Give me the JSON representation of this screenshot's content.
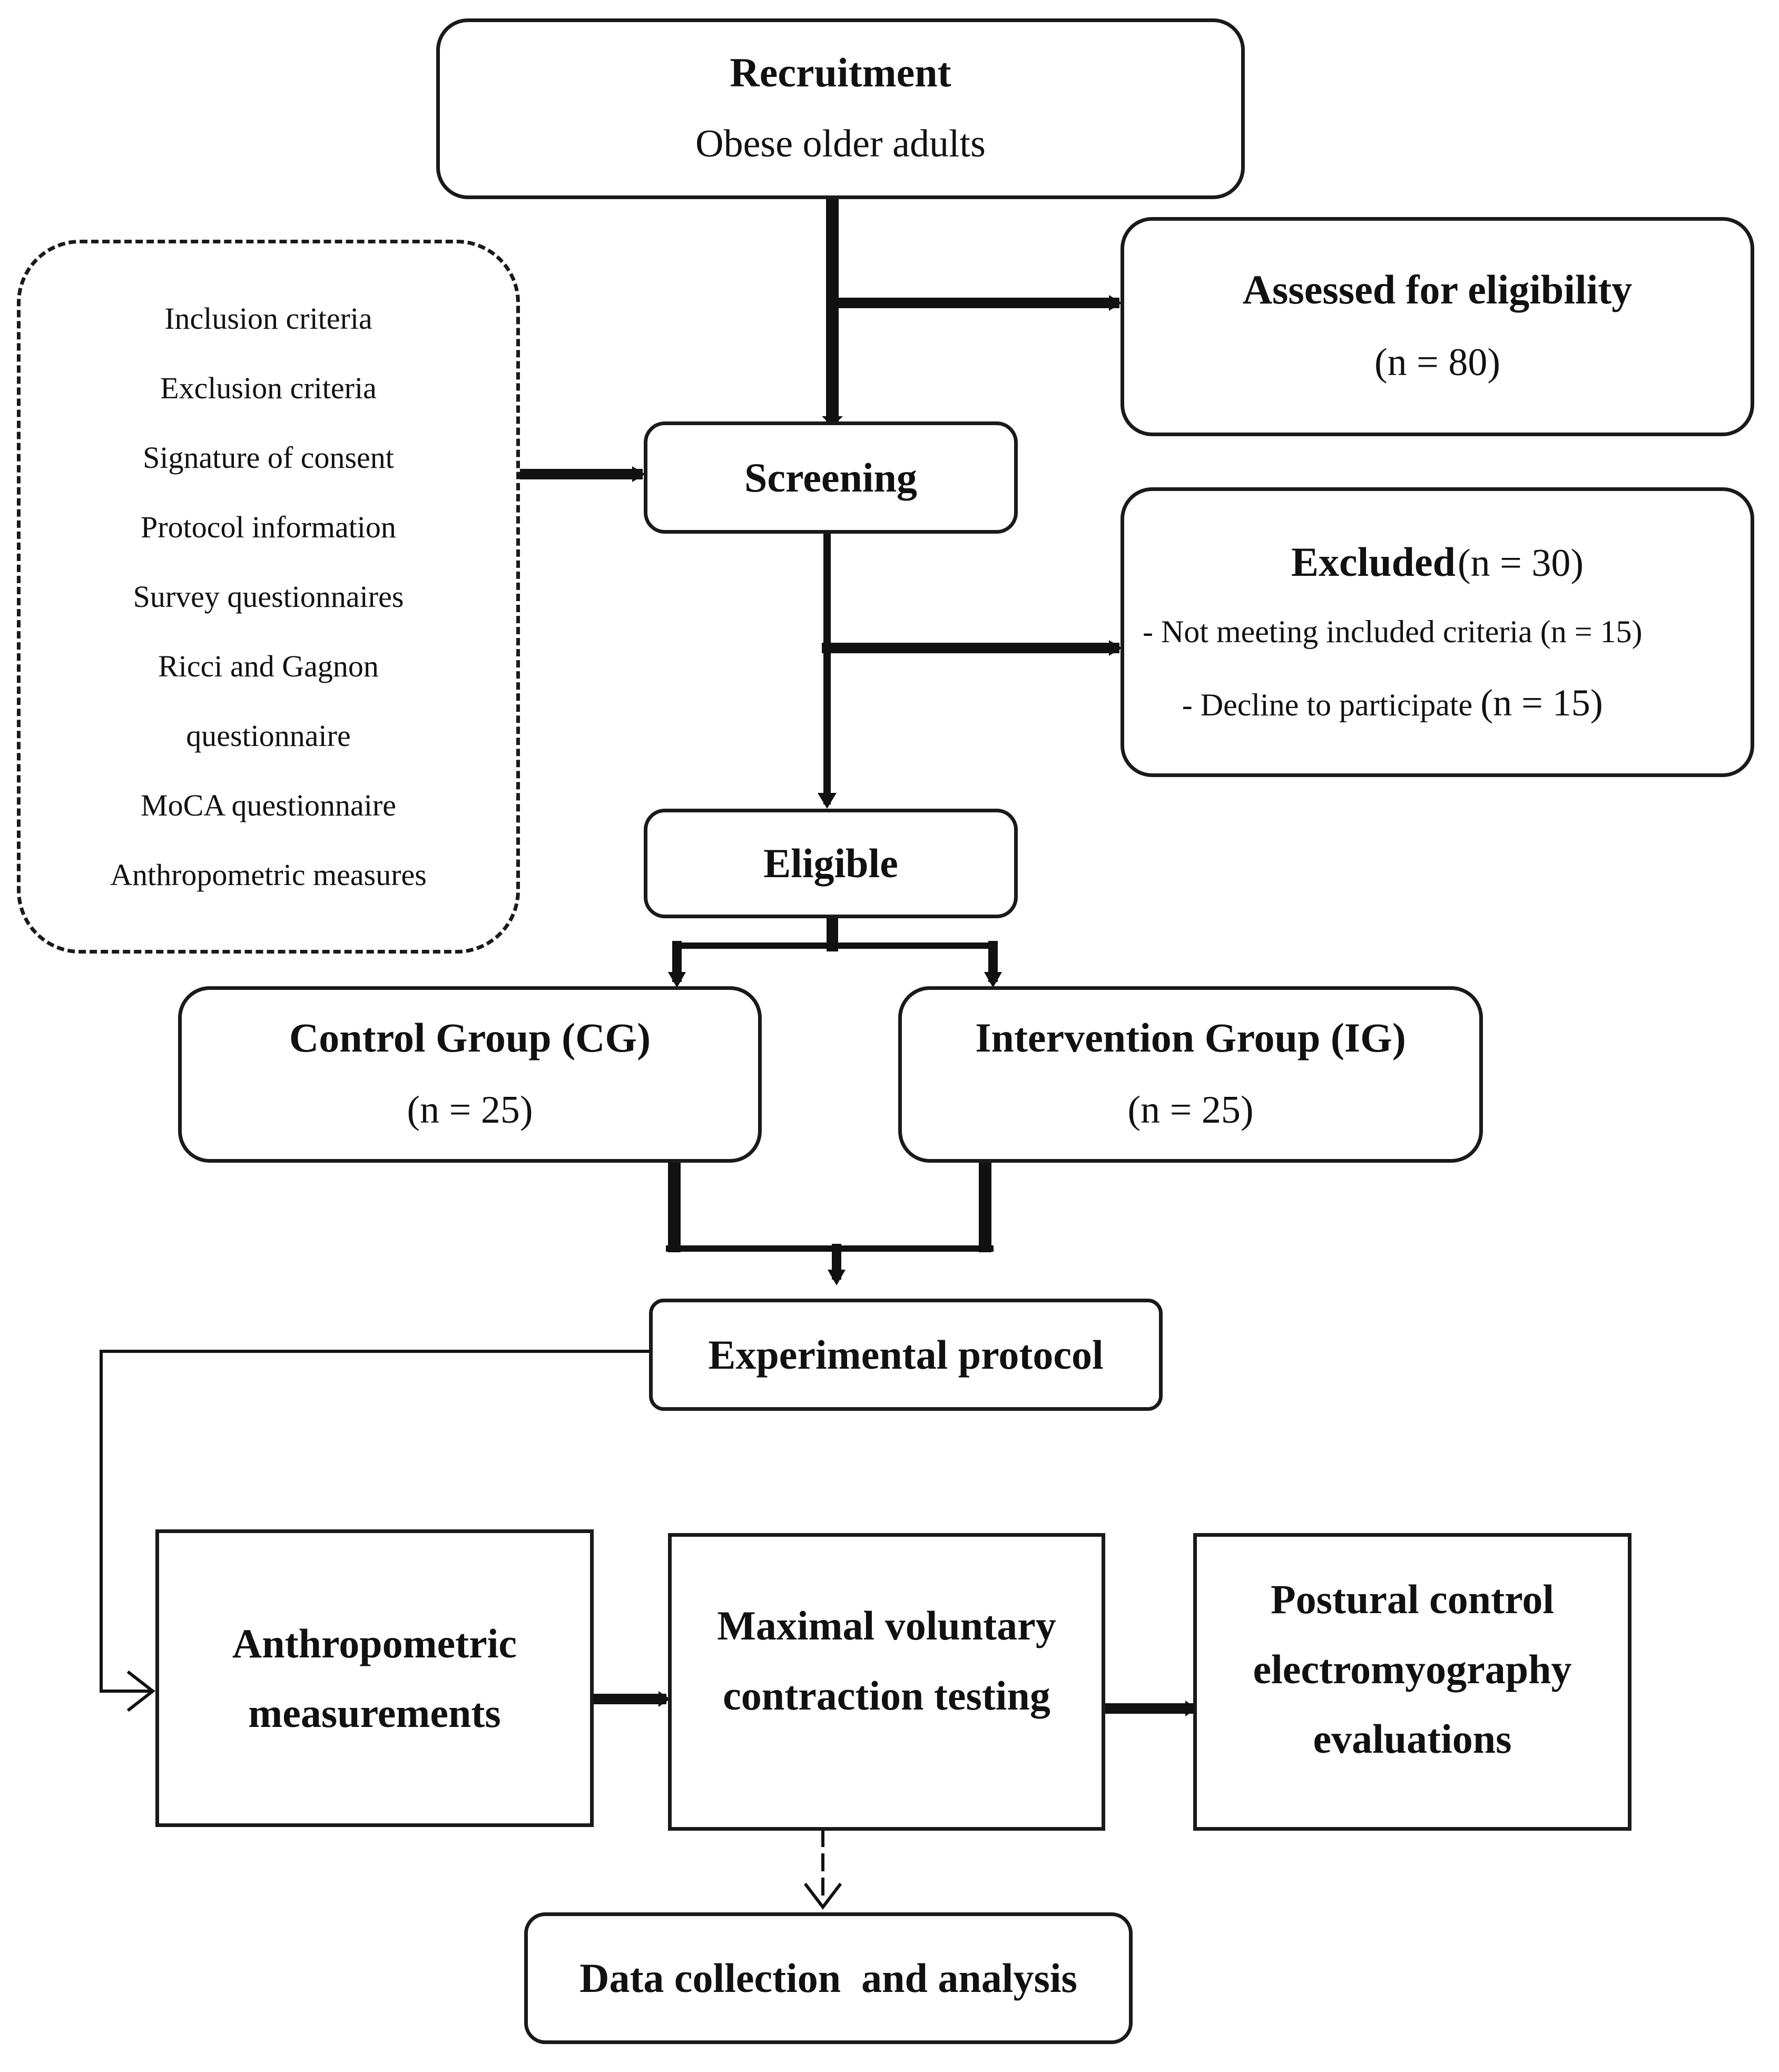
{
  "recruitment": {
    "title": "Recruitment",
    "subtitle": "Obese older adults"
  },
  "assessed": {
    "title": "Assessed for eligibility",
    "count": "(n = 80)"
  },
  "criteria_list": [
    "Inclusion criteria",
    "Exclusion criteria",
    "Signature of consent",
    "Protocol information",
    "Survey questionnaires",
    "Ricci and Gagnon",
    "questionnaire",
    "MoCA questionnaire",
    "Anthropometric measures"
  ],
  "screening": {
    "title": "Screening"
  },
  "excluded": {
    "title": "Excluded",
    "count": "(n = 30)",
    "items": [
      {
        "text": "-  Not meeting included criteria ",
        "count": "(n = 15)"
      },
      {
        "text": "-  Decline to participate ",
        "count": "(n = 15)"
      }
    ]
  },
  "eligible": {
    "title": "Eligible"
  },
  "control_group": {
    "title": "Control Group (CG)",
    "count": "(n = 25)"
  },
  "intervention_group": {
    "title": "Intervention Group (IG)",
    "count": "(n = 25)"
  },
  "experimental_protocol": {
    "title": "Experimental protocol"
  },
  "anthropometric": {
    "line1": "Anthropometric",
    "line2": "measurements"
  },
  "mvc": {
    "line1": "Maximal voluntary",
    "line2": "contraction testing"
  },
  "postural": {
    "line1": "Postural control",
    "line2": "electromyography",
    "line3": "evaluations"
  },
  "data_collection": {
    "title": "Data collection  and analysis"
  }
}
